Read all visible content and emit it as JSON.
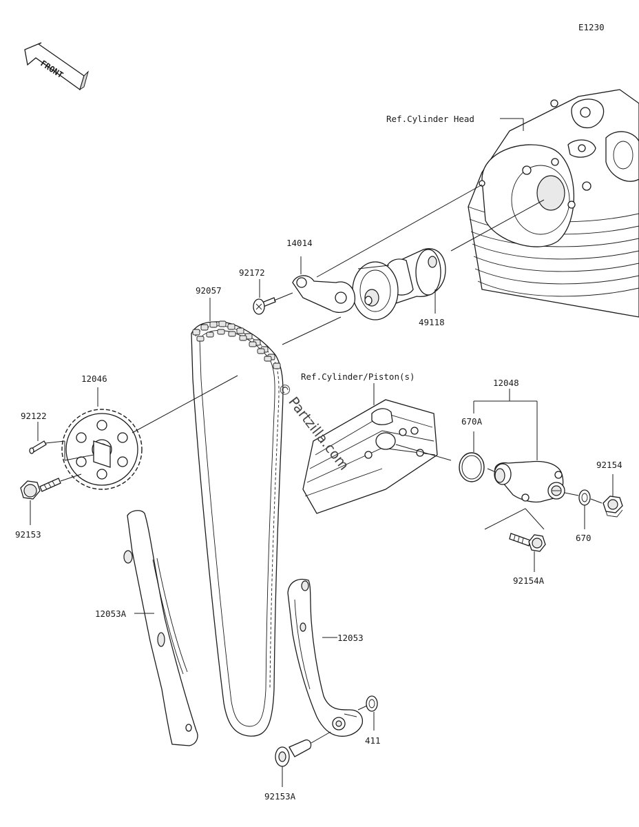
{
  "diagram": {
    "code": "E1230",
    "front_label": "FRONT",
    "watermark": "© Partzilla.com",
    "refs": {
      "cylinder_head": "Ref.Cylinder Head",
      "cylinder_piston": "Ref.Cylinder/Piston(s)"
    },
    "parts": {
      "p14014": "14014",
      "p92172": "92172",
      "p92057": "92057",
      "p49118": "49118",
      "p12046": "12046",
      "p92122": "92122",
      "p92153": "92153",
      "p12048": "12048",
      "p670A": "670A",
      "p92154": "92154",
      "p670": "670",
      "p92154A": "92154A",
      "p12053A": "12053A",
      "p12053": "12053",
      "p411": "411",
      "p92153A": "92153A"
    }
  }
}
